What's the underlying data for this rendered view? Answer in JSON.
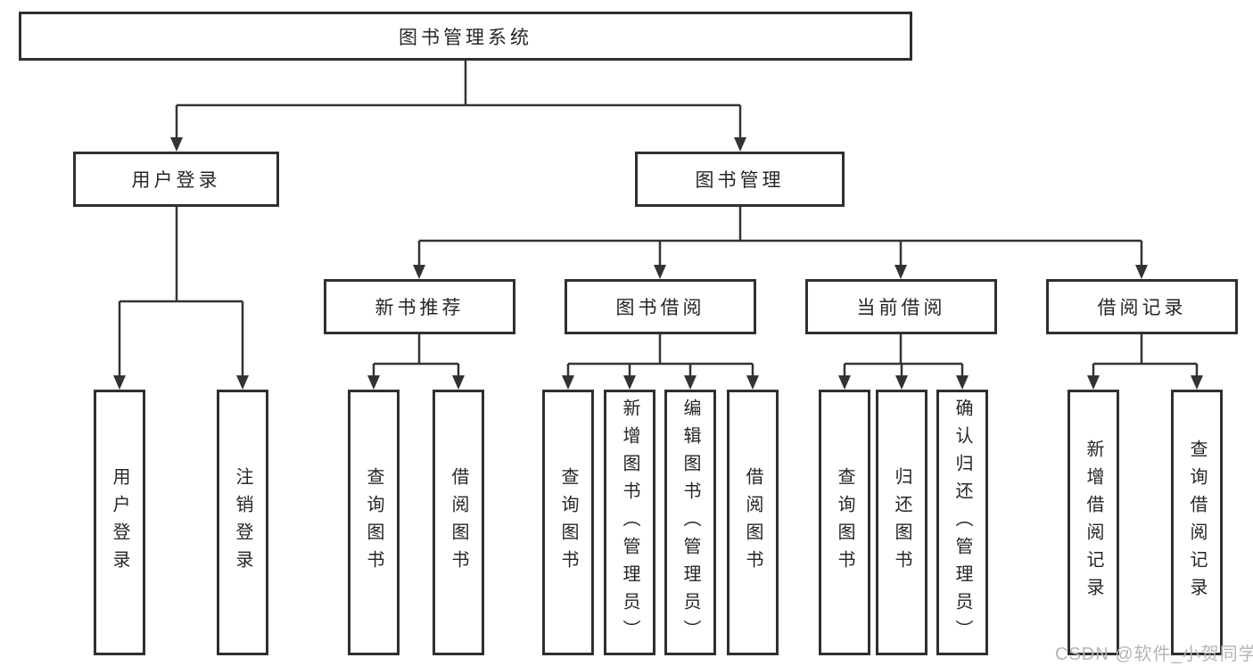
{
  "diagram": {
    "title": "图书管理系统",
    "root": {
      "label": "图书管理系统"
    },
    "level2": [
      {
        "label": "用户登录"
      },
      {
        "label": "图书管理"
      }
    ],
    "level3": [
      {
        "label": "新书推荐"
      },
      {
        "label": "图书借阅"
      },
      {
        "label": "当前借阅"
      },
      {
        "label": "借阅记录"
      }
    ],
    "leaves": {
      "user_login": [
        {
          "label": "用户登录"
        },
        {
          "label": "注销登录"
        }
      ],
      "new_book_rec": [
        {
          "label": "查询图书"
        },
        {
          "label": "借阅图书"
        }
      ],
      "book_borrow": [
        {
          "label": "查询图书"
        },
        {
          "label": "新增图书（管理员）"
        },
        {
          "label": "编辑图书（管理员）"
        },
        {
          "label": "借阅图书"
        }
      ],
      "current_borrow": [
        {
          "label": "查询图书"
        },
        {
          "label": "归还图书"
        },
        {
          "label": "确认归还（管理员）"
        }
      ],
      "borrow_records": [
        {
          "label": "新增借阅记录"
        },
        {
          "label": "查询借阅记录"
        }
      ]
    }
  },
  "watermark": {
    "text": "CSDN @软件_小贺同学"
  },
  "colors": {
    "line": "#333333",
    "box_border": "#2f2f2f",
    "text": "#262626",
    "watermark_text": "#b5b5b5",
    "background": "#ffffff"
  }
}
